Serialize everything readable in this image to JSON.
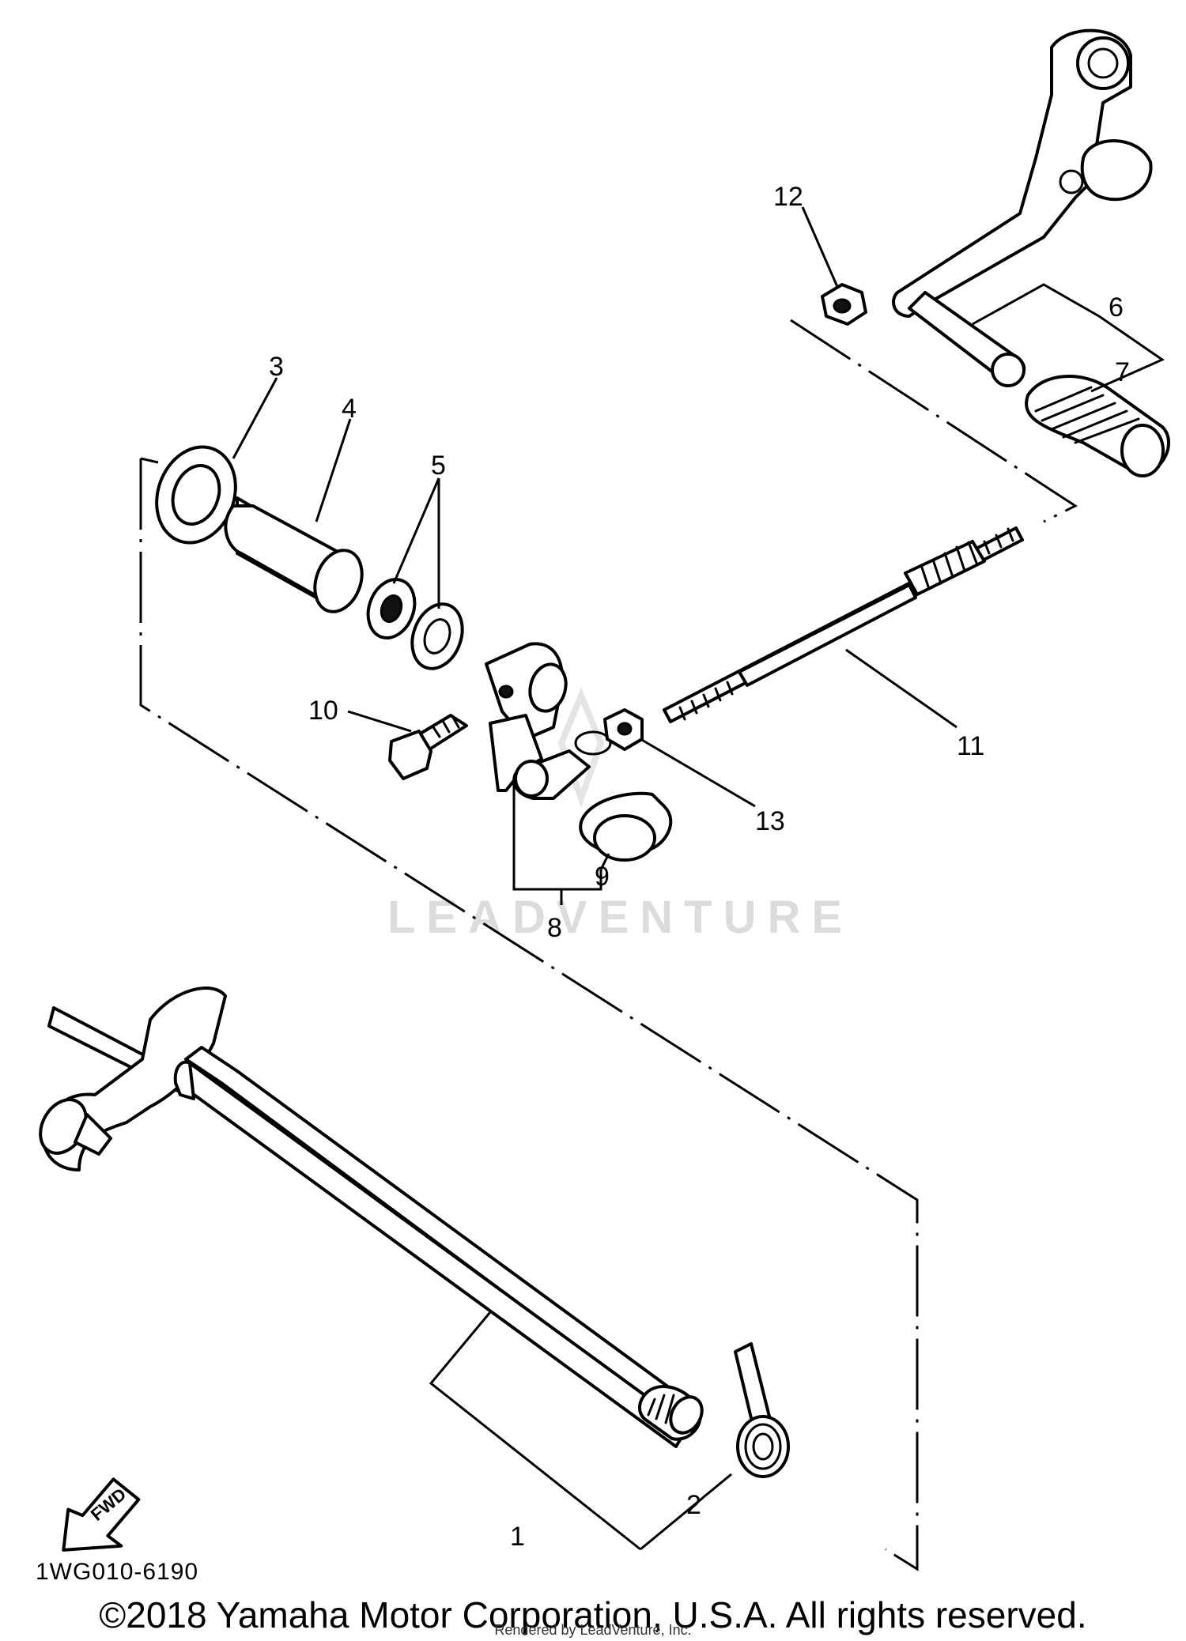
{
  "diagram": {
    "callouts": {
      "c1": "1",
      "c2": "2",
      "c3": "3",
      "c4": "4",
      "c5": "5",
      "c6": "6",
      "c7": "7",
      "c8": "8",
      "c9": "9",
      "c10": "10",
      "c11": "11",
      "c12": "12",
      "c13": "13"
    },
    "fwd_label": "FWD",
    "diagram_code": "1WG010-6190",
    "watermark": "LEADVENTURE"
  },
  "footer": {
    "copyright": "©2018 Yamaha Motor Corporation, U.S.A. All rights reserved.",
    "credit": "Rendered by LeadVenture, Inc."
  }
}
